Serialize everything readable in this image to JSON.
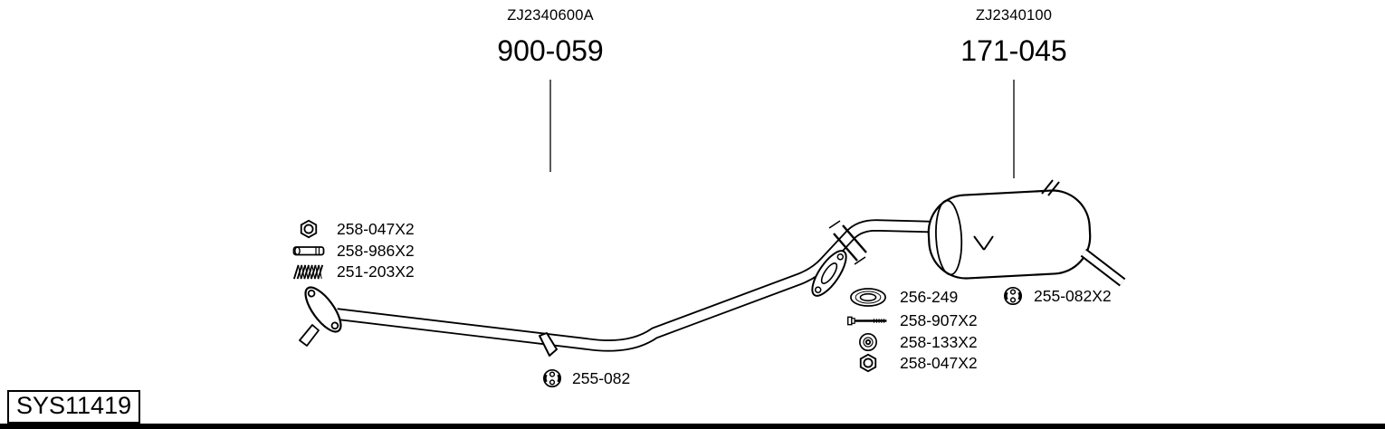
{
  "page": {
    "system_id": "SYS11419",
    "colors": {
      "line": "#000000",
      "background": "#ffffff"
    }
  },
  "assemblies": [
    {
      "code": "ZJ2340600A",
      "number": "900-059"
    },
    {
      "code": "ZJ2340100",
      "number": "171-045"
    }
  ],
  "parts": {
    "left": [
      {
        "icon": "nut-icon",
        "label": "258-047X2"
      },
      {
        "icon": "pin-icon",
        "label": "258-986X2"
      },
      {
        "icon": "spring-icon",
        "label": "251-203X2"
      }
    ],
    "center": {
      "icon": "clamp-icon",
      "label": "255-082"
    },
    "right": [
      {
        "icon": "gasket-icon",
        "label": "256-249"
      },
      {
        "icon": "bolt-icon",
        "label": "258-907X2"
      },
      {
        "icon": "washer-icon",
        "label": "258-133X2"
      },
      {
        "icon": "nut-icon",
        "label": "258-047X2"
      }
    ],
    "right_hanger": {
      "icon": "clamp-icon",
      "label": "255-082X2"
    }
  }
}
